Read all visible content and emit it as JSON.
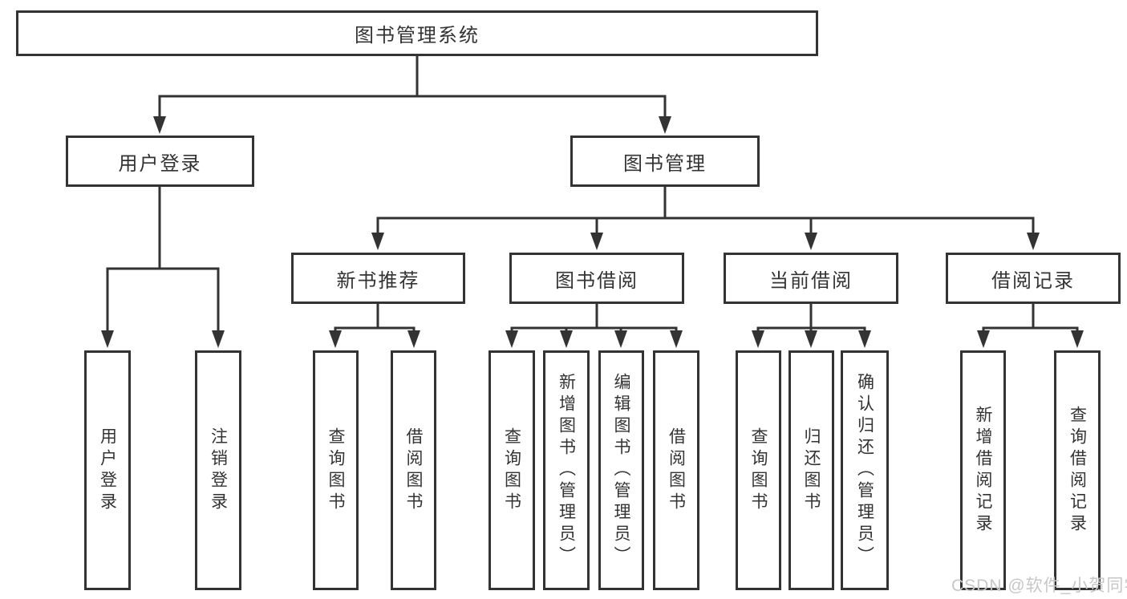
{
  "tree": {
    "root": "图书管理系统",
    "branches": [
      {
        "label": "用户登录",
        "children": [
          "用户登录",
          "注销登录"
        ]
      },
      {
        "label": "图书管理",
        "children": [
          {
            "label": "新书推荐",
            "children": [
              "查询图书",
              "借阅图书"
            ]
          },
          {
            "label": "图书借阅",
            "children": [
              "查询图书",
              "新增图书（管理员）",
              "编辑图书（管理员）",
              "借阅图书"
            ]
          },
          {
            "label": "当前借阅",
            "children": [
              "查询图书",
              "归还图书",
              "确认归还（管理员）"
            ]
          },
          {
            "label": "借阅记录",
            "children": [
              "新增借阅记录",
              "查询借阅记录"
            ]
          }
        ]
      }
    ]
  },
  "watermark": "CSDN @软件_小贺同学",
  "colors": {
    "line": "#333333",
    "text": "#333333",
    "box_background": "#ffffff",
    "page_background": "#ffffff",
    "watermark": "#c7c7c7"
  }
}
